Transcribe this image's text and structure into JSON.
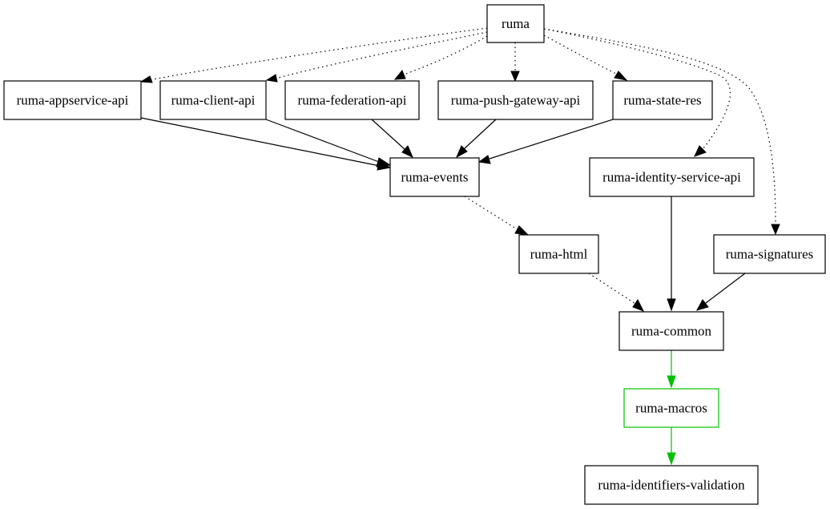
{
  "graph": {
    "nodes": [
      {
        "id": "ruma",
        "label": "ruma"
      },
      {
        "id": "appservice",
        "label": "ruma-appservice-api"
      },
      {
        "id": "client",
        "label": "ruma-client-api"
      },
      {
        "id": "federation",
        "label": "ruma-federation-api"
      },
      {
        "id": "pushgw",
        "label": "ruma-push-gateway-api"
      },
      {
        "id": "stateres",
        "label": "ruma-state-res"
      },
      {
        "id": "events",
        "label": "ruma-events"
      },
      {
        "id": "identity",
        "label": "ruma-identity-service-api"
      },
      {
        "id": "html",
        "label": "ruma-html"
      },
      {
        "id": "signatures",
        "label": "ruma-signatures"
      },
      {
        "id": "common",
        "label": "ruma-common"
      },
      {
        "id": "macros",
        "label": "ruma-macros",
        "color": "#00c000"
      },
      {
        "id": "validation",
        "label": "ruma-identifiers-validation"
      }
    ],
    "edges": [
      {
        "from": "ruma",
        "to": "appservice",
        "style": "dotted"
      },
      {
        "from": "ruma",
        "to": "client",
        "style": "dotted"
      },
      {
        "from": "ruma",
        "to": "federation",
        "style": "dotted"
      },
      {
        "from": "ruma",
        "to": "pushgw",
        "style": "dotted"
      },
      {
        "from": "ruma",
        "to": "stateres",
        "style": "dotted"
      },
      {
        "from": "ruma",
        "to": "identity",
        "style": "dotted"
      },
      {
        "from": "ruma",
        "to": "signatures",
        "style": "dotted"
      },
      {
        "from": "appservice",
        "to": "events",
        "style": "solid"
      },
      {
        "from": "client",
        "to": "events",
        "style": "solid"
      },
      {
        "from": "federation",
        "to": "events",
        "style": "solid"
      },
      {
        "from": "pushgw",
        "to": "events",
        "style": "solid"
      },
      {
        "from": "stateres",
        "to": "events",
        "style": "solid"
      },
      {
        "from": "events",
        "to": "html",
        "style": "dotted"
      },
      {
        "from": "html",
        "to": "common",
        "style": "dotted"
      },
      {
        "from": "identity",
        "to": "common",
        "style": "solid"
      },
      {
        "from": "signatures",
        "to": "common",
        "style": "solid"
      },
      {
        "from": "common",
        "to": "macros",
        "style": "solid",
        "color": "#00c000"
      },
      {
        "from": "macros",
        "to": "validation",
        "style": "solid",
        "color": "#00c000"
      }
    ]
  }
}
